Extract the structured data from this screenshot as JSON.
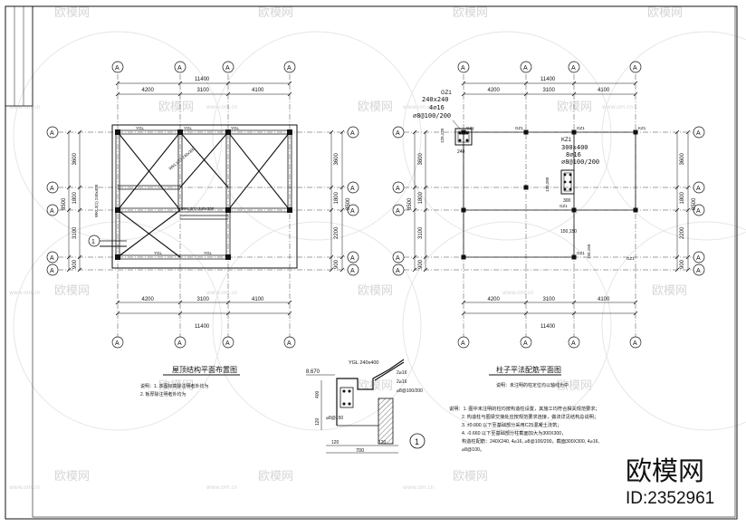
{
  "left_plan": {
    "title": "屋顶结构平面布置图",
    "note_lines": [
      "说明：1. 本图标高除注明者外均为",
      "2. 板厚除注明者外均为"
    ],
    "grid_x_top": [
      "4200",
      "3100",
      "4100"
    ],
    "total_x": "11400",
    "grid_y_left": [
      "3600",
      "1800",
      "3100",
      "900"
    ],
    "total_y_left": "8500",
    "grid_y_right": [
      "3600",
      "1800",
      "2200",
      "900"
    ],
    "total_y_right": "8500",
    "beam_labels": [
      "YGL",
      "YGL",
      "YGL",
      "YGL",
      "YGL"
    ],
    "section_mark": "1",
    "beams": [
      "WKL1(1) 240x300",
      "WKL2(1) 240x300",
      "WKL3(1) 240x400"
    ],
    "bubble": "A"
  },
  "right_plan": {
    "title": "柱子平法配筋平面图",
    "note": "说明：未注明的柱定位均以轴线为中",
    "grid_x_top": [
      "4200",
      "3100",
      "4100"
    ],
    "total_x": "11400",
    "grid_y_left": [
      "3600",
      "1800",
      "3100",
      "900"
    ],
    "total_y_left": "8500",
    "grid_y_right": [
      "3600",
      "1800",
      "2200",
      "900"
    ],
    "total_y_right": "8500",
    "gz1": {
      "name": "GZ1",
      "size": "240x240",
      "bars": "4⌀16",
      "stirrup": "⌀8@100/200",
      "dim": "240",
      "dim_v": "120,120"
    },
    "kz1": {
      "name": "KZ1",
      "size": "300x400",
      "bars": "8⌀16",
      "stirrup": "⌀8@100/200",
      "dim": "300",
      "dim_v": "120,280"
    },
    "col_labels": [
      "GZ1",
      "GZ1",
      "GZ1",
      "KZ1",
      "GZ1",
      "GZ1",
      "GZ1"
    ],
    "dim_150": "150,150"
  },
  "section": {
    "beam": "YGL 240x400",
    "elev": "8.670",
    "dims_r": [
      "2⌀16",
      "2⌀16",
      "⌀8@100/200"
    ],
    "bot": [
      "120",
      "700",
      "120"
    ],
    "mark": "1",
    "left_dims": [
      "400",
      "120"
    ]
  },
  "notes_right": {
    "lines": [
      "说明：1. 图中未注明的柱均按构造柱设置，其施工均符合相关规范要求；",
      "2. 构造柱与圈梁交接处应按规范要求连接，做法详见结构总说明；",
      "3. ±0.000 以下至基础部分采用C25混凝土浇筑；",
      "4. -0.660 以下至基础部分柱截面加大为300X300，",
      "构造柱配筋：240X240, 4⌀16, ⌀8@100/200，截面300X300, 4⌀16,",
      "⌀8@100。"
    ]
  },
  "watermarks": {
    "brand": "欧模网",
    "url": "www.om.cn"
  },
  "logo": {
    "text": "欧模网",
    "id": "ID:2352961"
  }
}
